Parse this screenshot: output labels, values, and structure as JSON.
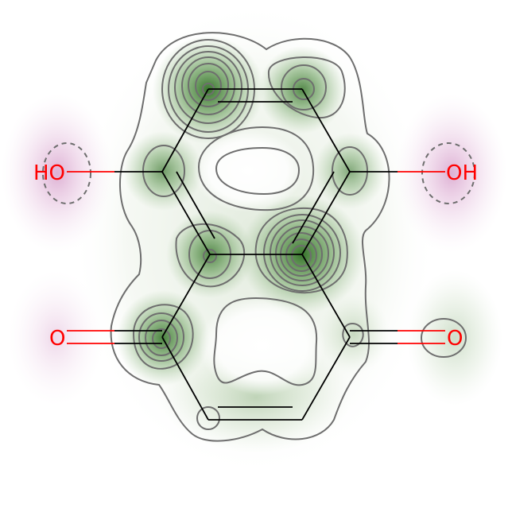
{
  "molecule": {
    "colors": {
      "bond": "#000000",
      "heteroatom": "#ff0000",
      "contour": "#6e6e6e",
      "positive_fill": "#3a7a2a",
      "negative_fill": "#c874b4"
    },
    "atom_labels": {
      "hydroxyl_left": "HO",
      "hydroxyl_right": "OH",
      "carbonyl_left": "O",
      "carbonyl_right": "O"
    }
  }
}
